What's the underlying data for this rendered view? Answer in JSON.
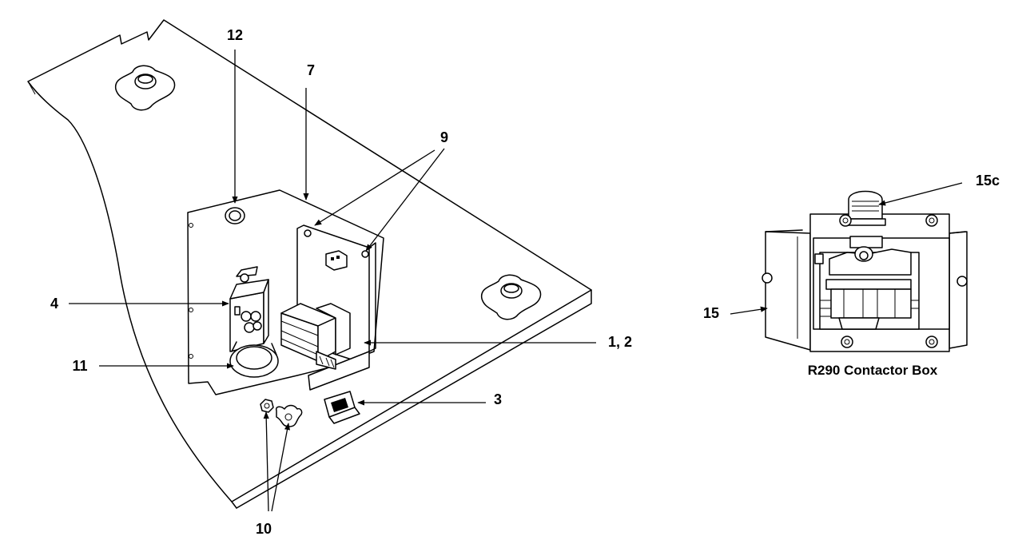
{
  "callouts": {
    "c12": "12",
    "c7": "7",
    "c9": "9",
    "c4": "4",
    "c11": "11",
    "c1_2": "1, 2",
    "c3": "3",
    "c10": "10",
    "c15": "15",
    "c15c": "15c"
  },
  "caption": "R290 Contactor Box"
}
